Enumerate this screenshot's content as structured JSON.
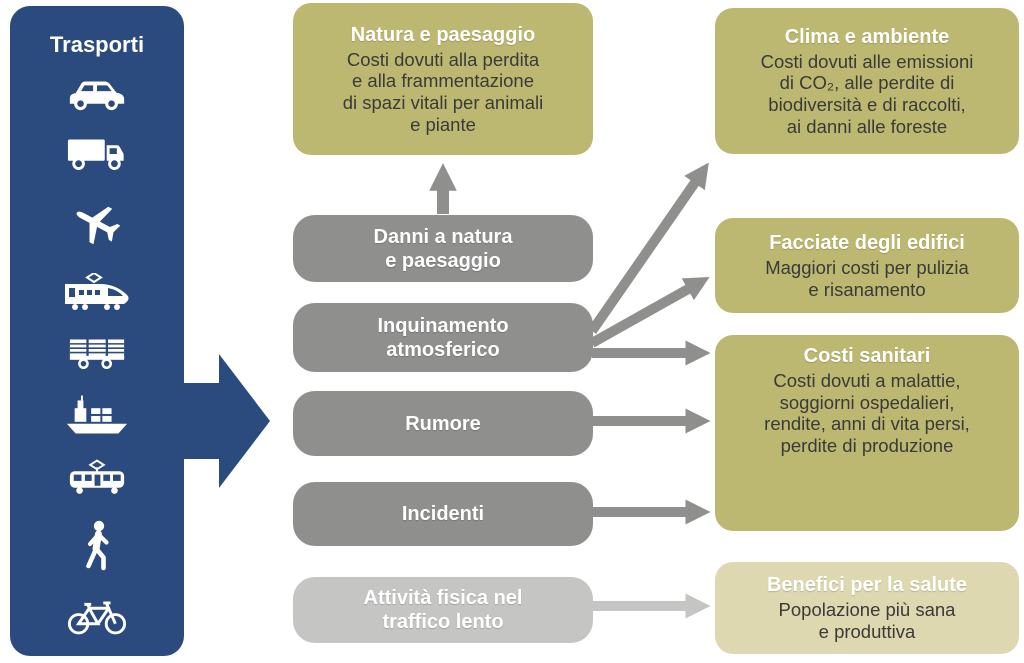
{
  "colors": {
    "sidebar_blue": "#2B4A7E",
    "cause_gray": "#8F8F8E",
    "cause_gray_light": "#C5C5C4",
    "effect_olive": "#BDB871",
    "effect_olive_light": "#DDD8B0",
    "arrow_gray": "#8F8F8E",
    "arrow_gray_light": "#C5C5C4",
    "title_text": "#FFFFFF",
    "body_text": "#3A3A39"
  },
  "sidebar": {
    "title": "Trasporti",
    "icons": [
      "car",
      "truck",
      "airplane",
      "high-speed-train",
      "freight-wagon",
      "cargo-ship",
      "tram",
      "pedestrian",
      "bicycle"
    ]
  },
  "causes": [
    {
      "label": "Danni a natura\ne paesaggio"
    },
    {
      "label": "Inquinamento\natmosferico"
    },
    {
      "label": "Rumore"
    },
    {
      "label": "Incidenti"
    },
    {
      "label": "Attività fisica nel\ntraffico lento",
      "variant": "light"
    }
  ],
  "effects": [
    {
      "title": "Natura e paesaggio",
      "body": "Costi dovuti alla perdita\ne alla frammentazione\ndi spazi vitali per animali\ne piante"
    },
    {
      "title": "Clima e ambiente",
      "body": "Costi dovuti alle emissioni\ndi CO₂, alle perdite di\nbiodiversità e di raccolti,\nai danni alle foreste"
    },
    {
      "title": "Facciate degli edifici",
      "body": "Maggiori costi per pulizia\ne risanamento"
    },
    {
      "title": "Costi sanitari",
      "body": "Costi dovuti a malattie,\nsoggiorni ospedalieri,\nrendite, anni di vita persi,\nperdite di produzione"
    },
    {
      "title": "Benefici per la salute",
      "body": "Popolazione più sana\ne produttiva",
      "variant": "light"
    }
  ],
  "connections": [
    {
      "from": "Trasporti",
      "to": "cause-boxes"
    },
    {
      "from": "Danni a natura e paesaggio",
      "to": "Natura e paesaggio"
    },
    {
      "from": "Inquinamento atmosferico",
      "to": "Clima e ambiente"
    },
    {
      "from": "Inquinamento atmosferico",
      "to": "Facciate degli edifici"
    },
    {
      "from": "Inquinamento atmosferico",
      "to": "Costi sanitari"
    },
    {
      "from": "Rumore",
      "to": "Costi sanitari"
    },
    {
      "from": "Incidenti",
      "to": "Costi sanitari"
    },
    {
      "from": "Attività fisica nel traffico lento",
      "to": "Benefici per la salute"
    }
  ]
}
